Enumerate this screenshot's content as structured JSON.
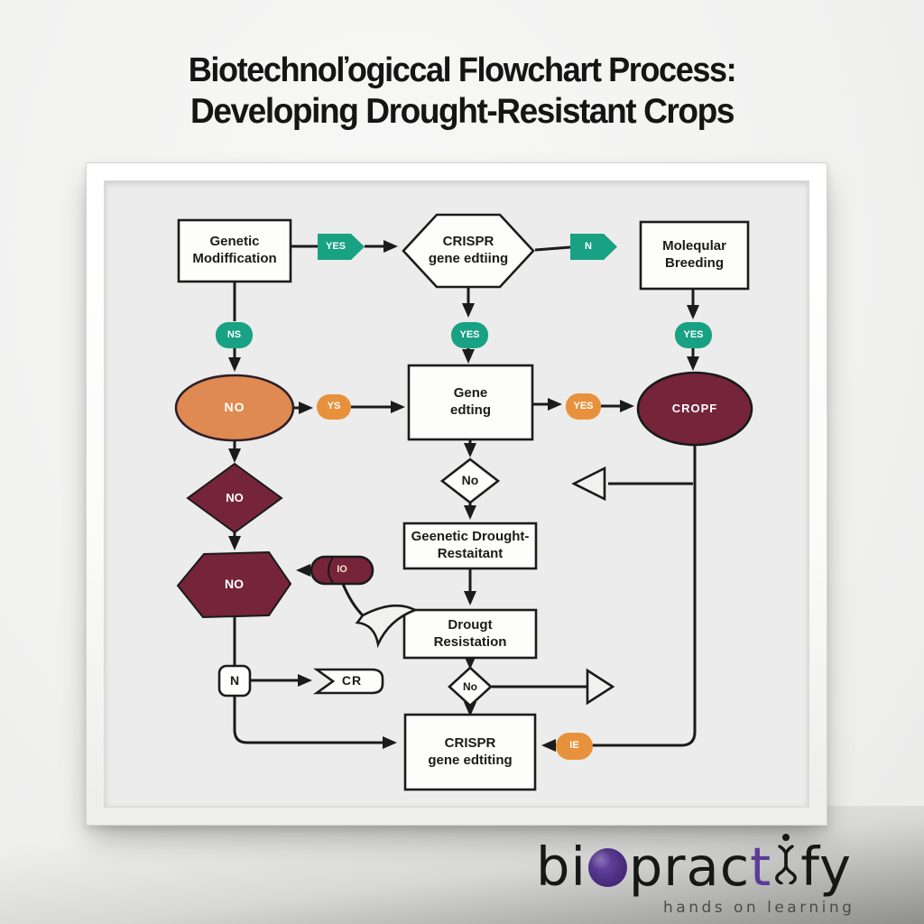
{
  "title": {
    "line1": "Biotechnoľogiccal Flowchart Process:",
    "line2": "Developing Drought-Resistant Crops"
  },
  "flowchart": {
    "top_row": {
      "genetic_modification": "Genetic\nModiffication",
      "yes_flag": "YES",
      "crispr_hexagon": "CRISPR\ngene edtiing",
      "n_flag": "N",
      "molecular_breeding": "Moleqular\nBreeding"
    },
    "mid": {
      "ns_pill": "NS",
      "yes_pill_center": "YES",
      "yes_pill_right": "YES",
      "no_ellipse": "NO",
      "ys_pill": "YS",
      "gene_editing_box": "Gene\nedting",
      "yes_pill_orange": "YES",
      "crop_ellipse": "CROPF"
    },
    "lower": {
      "no_diamond": "NO",
      "no_diamond_center": "No",
      "genetic_drought_box": "Geenetic Drought-\nRestaitant",
      "no_hexagon": "NO",
      "io_pill": "IO",
      "drought_resistation_box": "Drougt\nResistation",
      "n_node": "N",
      "cr_banner": "CR",
      "no_diamond_small": "No",
      "crispr_bottom_box": "CRISPR\ngene edtiting",
      "ie_pill": "IE"
    },
    "colors": {
      "green": "#18A183",
      "orange": "#E8913D",
      "orange_ellipse": "#DF8A52",
      "maroon": "#76243A",
      "line": "#1B1B1B",
      "node_fill": "#FDFDFC"
    }
  },
  "logo": {
    "part1": "bi",
    "part2": "prac",
    "part3": "t",
    "part4": "fy",
    "tagline": "hands on learning",
    "purple": "#5A3D96"
  }
}
